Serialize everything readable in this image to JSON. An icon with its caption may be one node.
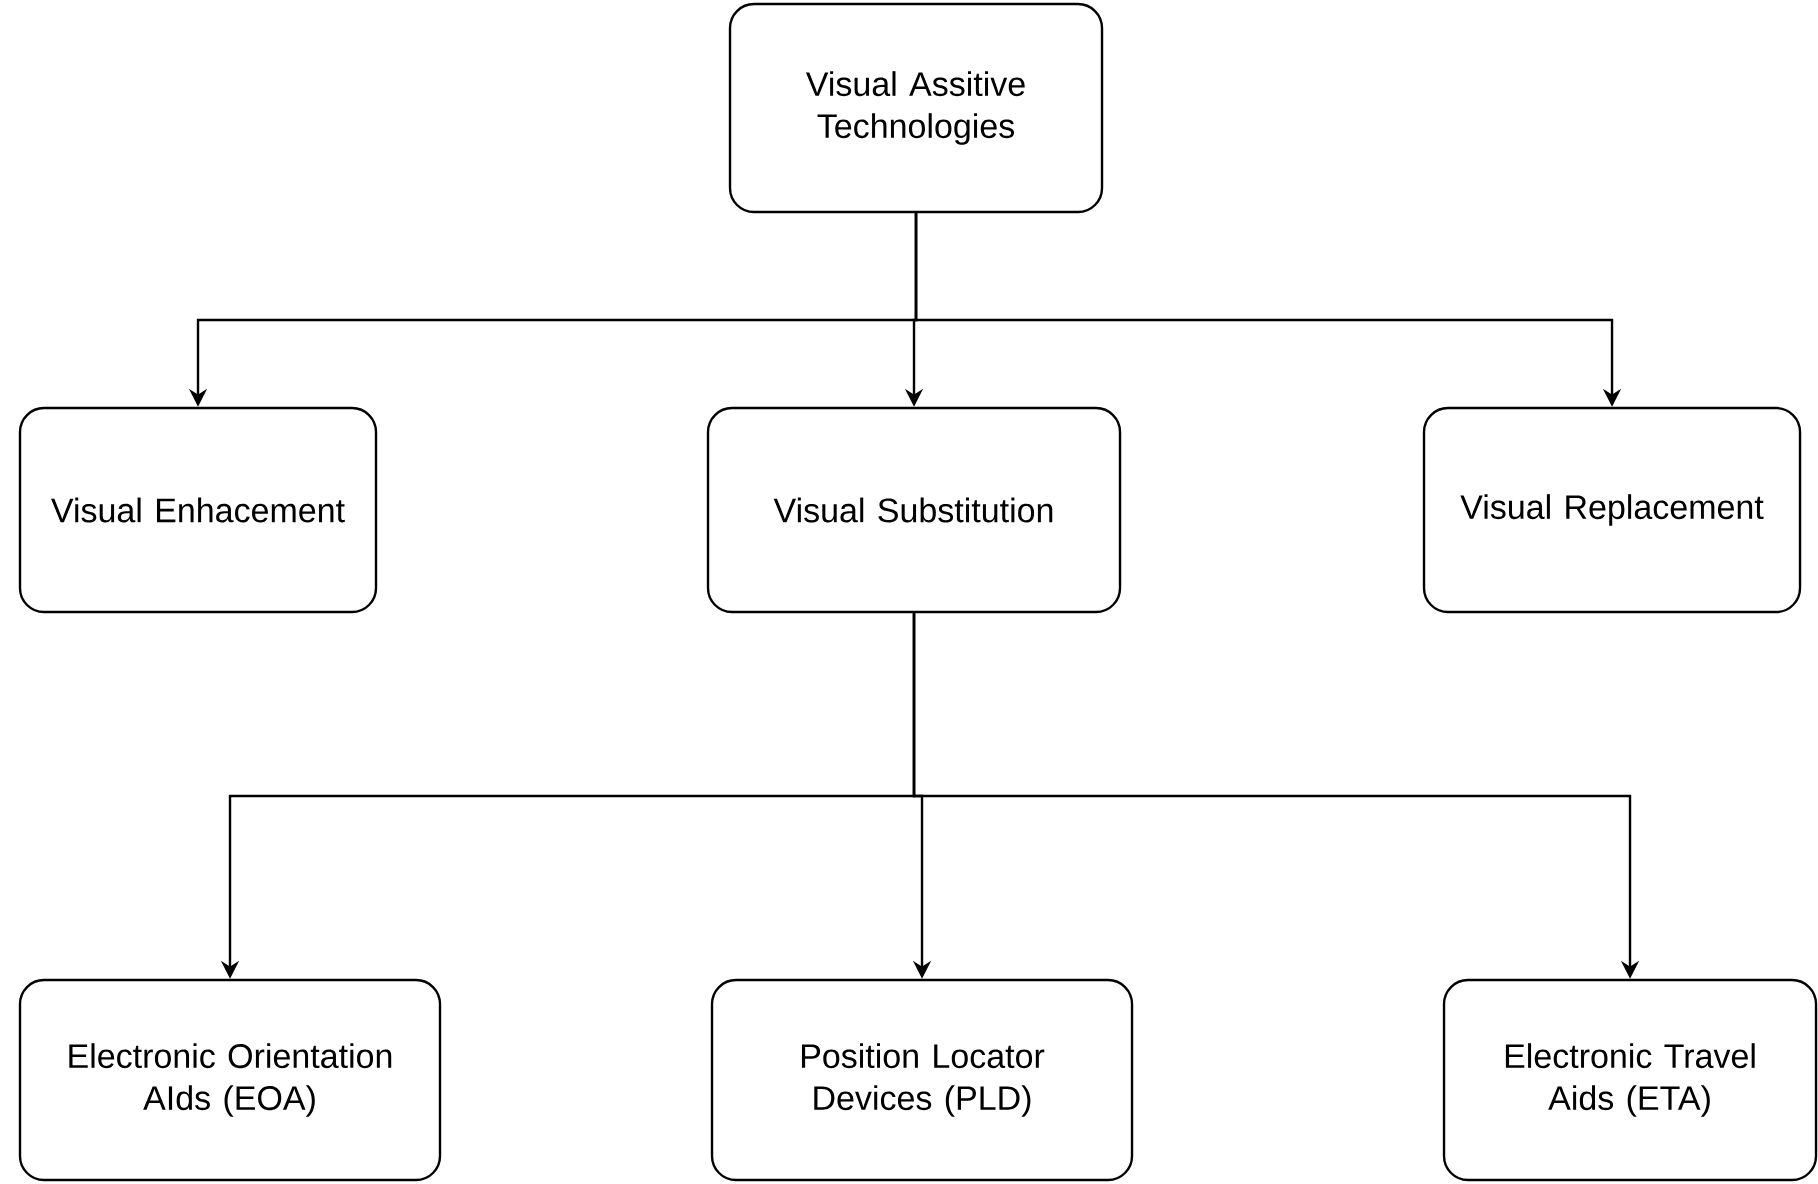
{
  "diagram": {
    "nodes": [
      {
        "text": [
          "Visual Assitive Technologies"
        ]
      },
      {
        "text": [
          "Visual Enhacement"
        ]
      },
      {
        "text": [
          "Visual Substitution"
        ]
      },
      {
        "text": [
          "Visual Replacement"
        ]
      },
      {
        "text": [
          "Electronic Orientation AIds (EOA)"
        ]
      },
      {
        "text": [
          "Position Locator Devices (PLD)"
        ]
      },
      {
        "text": [
          "Electronic Travel Aids (ETA)"
        ]
      }
    ],
    "edges": [
      {
        "from": 0,
        "to": 1,
        "arrow": "to"
      },
      {
        "from": 0,
        "to": 2,
        "arrow": "to"
      },
      {
        "from": 0,
        "to": 3,
        "arrow": "to"
      },
      {
        "from": 2,
        "to": 4,
        "arrow": "to"
      },
      {
        "from": 2,
        "to": 5,
        "arrow": "to"
      },
      {
        "from": 2,
        "to": 6,
        "arrow": "to"
      }
    ]
  }
}
